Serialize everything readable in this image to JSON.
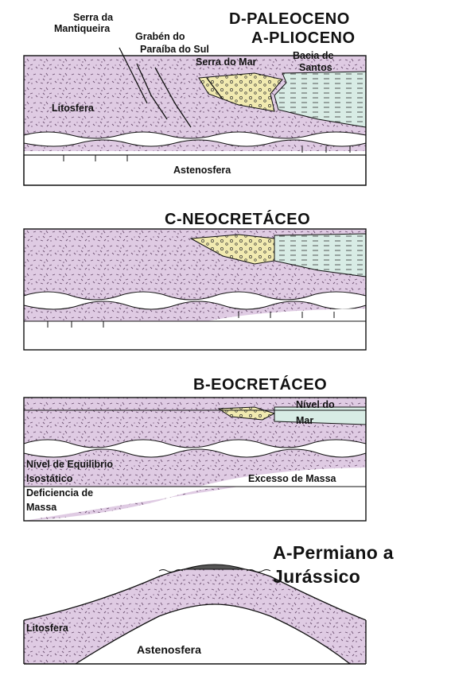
{
  "colors": {
    "lithosphere": "#dfcbe3",
    "sediment_yellow": "#f1eab0",
    "sediment_green": "#d8ece5",
    "outline": "#111111",
    "speckle": "#6a4e6e"
  },
  "panels": {
    "d": {
      "title_line1": "D-PALEOCENO",
      "title_line2": "A-PLIOCENO",
      "serra_mantiqueira_1": "Serra da",
      "serra_mantiqueira_2": "Mantiqueira",
      "graben_1": "Grabén do",
      "graben_2": "Paraíba do Sul",
      "serra_mar": "Serra do Mar",
      "bacia_1": "Bacia de",
      "bacia_2": "Santos",
      "litosfera": "Litosfera",
      "astenosfera": "Astenosfera"
    },
    "c": {
      "title": "C-NEOCRETÁCEO"
    },
    "b": {
      "title": "B-EOCRETÁCEO",
      "nivel_mar_1": "Nível do",
      "nivel_mar_2": "Mar",
      "equilibrio_1": "Nível de Equilibrio",
      "equilibrio_2": "Isostático",
      "deficiencia_1": "Deficiencia de",
      "deficiencia_2": "Massa",
      "excesso": "Excesso de Massa"
    },
    "a": {
      "title_line1": "A-Permiano a",
      "title_line2": "Jurássico",
      "litosfera": "Litosfera",
      "astenosfera": "Astenosfera"
    }
  }
}
